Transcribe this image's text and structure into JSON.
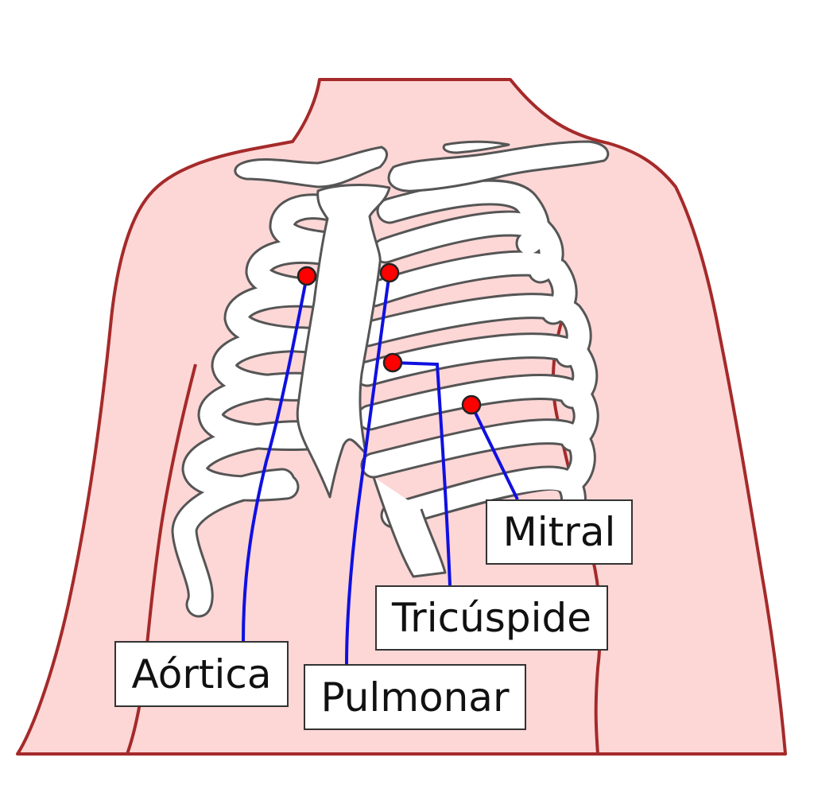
{
  "labels": {
    "aortic": "Aórtica",
    "pulmonary": "Pulmonar",
    "tricuspid": "Tricúspide",
    "mitral": "Mitral"
  },
  "colors": {
    "skin": "#fdd6d6",
    "body_outline": "#a52a2a",
    "bone_fill": "#ffffff",
    "bone_outline": "#555555",
    "leader_line": "#1010e0",
    "point": "#ff0000"
  }
}
